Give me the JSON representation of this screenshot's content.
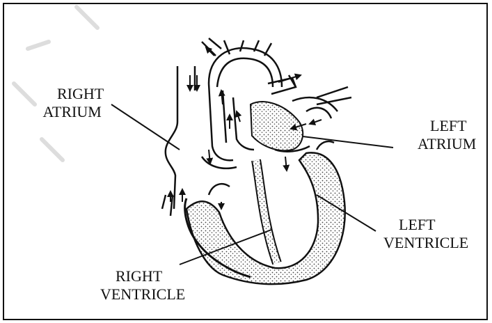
{
  "diagram": {
    "labels": {
      "right_atrium": [
        "RIGHT",
        "ATRIUM"
      ],
      "left_atrium": [
        "LEFT",
        "ATRIUM"
      ],
      "left_ventricle": [
        "LEFT",
        "VENTRICLE"
      ],
      "right_ventricle": [
        "RIGHT",
        "VENTRICLE"
      ]
    }
  },
  "colors": {
    "ink": "#111111",
    "stipple": "#444444",
    "background": "#ffffff"
  }
}
